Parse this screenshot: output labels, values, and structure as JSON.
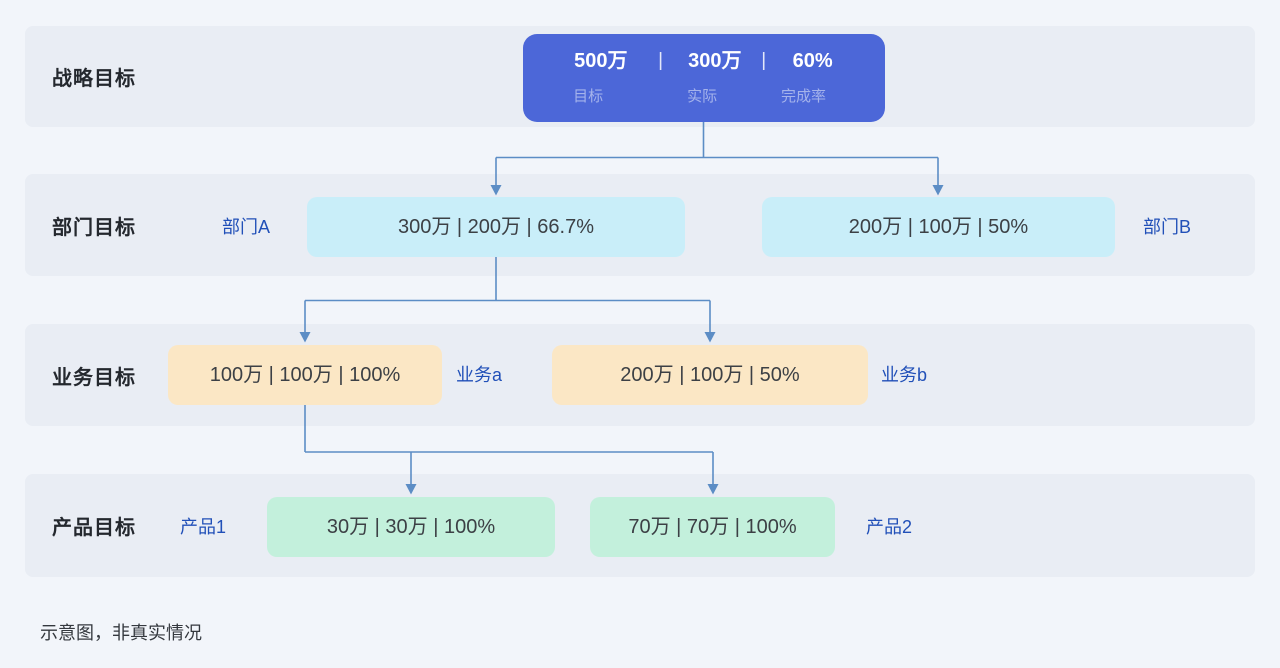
{
  "page": {
    "footnote": "示意图，非真实情况"
  },
  "colors": {
    "page_bg": "#F2F5FA",
    "row_band": "#E9EDF4",
    "row_label_text": "#24282E",
    "root_box": "#4C67D8",
    "root_value_text": "#FFFFFF",
    "root_caption_text": "#A5B3EB",
    "dept_box": "#C9EEF9",
    "biz_box": "#FBE7C5",
    "product_box": "#C3F0DC",
    "connector": "#5C8DC5",
    "side_label": "#2150B8",
    "value_text": "#3C4045",
    "footnote_text": "#34383E"
  },
  "rows": [
    {
      "label": "战略目标"
    },
    {
      "label": "部门目标"
    },
    {
      "label": "业务目标"
    },
    {
      "label": "产品目标"
    }
  ],
  "root": {
    "target_value": "500万",
    "actual_value": "300万",
    "rate_value": "60%",
    "separator": "|",
    "target_label": "目标",
    "actual_label": "实际",
    "rate_label": "完成率"
  },
  "departments": [
    {
      "name": "部门A",
      "value": "300万 | 200万 | 66.7%"
    },
    {
      "name": "部门B",
      "value": "200万 | 100万 | 50%"
    }
  ],
  "businesses": [
    {
      "name": "业务a",
      "value": "100万 | 100万 | 100%"
    },
    {
      "name": "业务b",
      "value": "200万 | 100万 | 50%"
    }
  ],
  "products": [
    {
      "name": "产品1",
      "value": "30万 | 30万 | 100%"
    },
    {
      "name": "产品2",
      "value": "70万 | 70万 | 100%"
    }
  ]
}
